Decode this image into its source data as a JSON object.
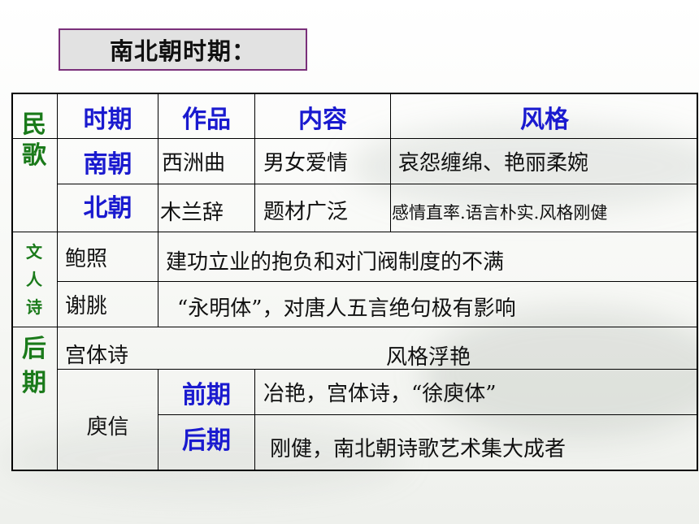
{
  "title": "南北朝时期：",
  "header": {
    "period": "时期",
    "work": "作品",
    "content": "内容",
    "style": "风格"
  },
  "folk": {
    "label_line1": "民",
    "label_line2": "歌",
    "south": {
      "period": "南朝",
      "work": "西洲曲",
      "content": "男女爱情",
      "style": "哀怨缠绵、艳丽柔婉"
    },
    "north": {
      "period": "北朝",
      "work": "木兰辞",
      "content": "题材广泛",
      "style": "感情直率.语言朴实.风格刚健"
    }
  },
  "literati": {
    "label_line1": "文",
    "label_line2": "人",
    "label_line3": "诗",
    "baozhao": {
      "name": "鲍照",
      "desc": "建功立业的抱负和对门阀制度的不满"
    },
    "xietiao": {
      "name": "谢朓",
      "desc": "“永明体”，对唐人五言绝句极有影响"
    }
  },
  "late": {
    "label_line1": "后",
    "label_line2": "期",
    "palace": {
      "name": "宫体诗",
      "desc": "风格浮艳"
    },
    "yuxin": {
      "name": "庾信",
      "early_label": "前期",
      "early_desc": "冶艳，宫体诗，“徐庾体”",
      "later_label": "后期",
      "later_desc": "刚健，南北朝诗歌艺术集大成者"
    }
  }
}
